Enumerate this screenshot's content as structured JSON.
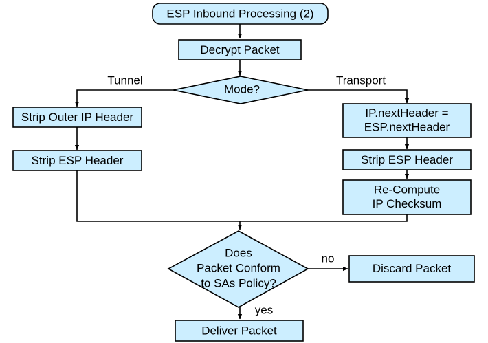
{
  "diagram": {
    "title": "ESP Inbound Processing (2)",
    "colors": {
      "node_fill": "#cceeff",
      "node_stroke": "#000000",
      "background": "#ffffff",
      "text": "#000000"
    },
    "nodes": {
      "start": {
        "label": "ESP Inbound Processing (2)",
        "shape": "rounded-terminator"
      },
      "decrypt": {
        "label": "Decrypt Packet",
        "shape": "process"
      },
      "mode": {
        "label": "Mode?",
        "shape": "decision"
      },
      "strip_outer_ip": {
        "label": "Strip Outer IP Header",
        "shape": "process"
      },
      "strip_esp_left": {
        "label": "Strip ESP Header",
        "shape": "process"
      },
      "next_header": {
        "line1": "IP.nextHeader =",
        "line2": "ESP.nextHeader",
        "shape": "process"
      },
      "strip_esp_right": {
        "label": "Strip ESP Header",
        "shape": "process"
      },
      "recompute": {
        "line1": "Re-Compute",
        "line2": "IP Checksum",
        "shape": "process"
      },
      "conform": {
        "line1": "Does",
        "line2": "Packet Conform",
        "line3": "to SAs Policy?",
        "shape": "decision"
      },
      "discard": {
        "label": "Discard Packet",
        "shape": "process"
      },
      "deliver": {
        "label": "Deliver Packet",
        "shape": "process"
      }
    },
    "edge_labels": {
      "tunnel": "Tunnel",
      "transport": "Transport",
      "no": "no",
      "yes": "yes"
    }
  }
}
